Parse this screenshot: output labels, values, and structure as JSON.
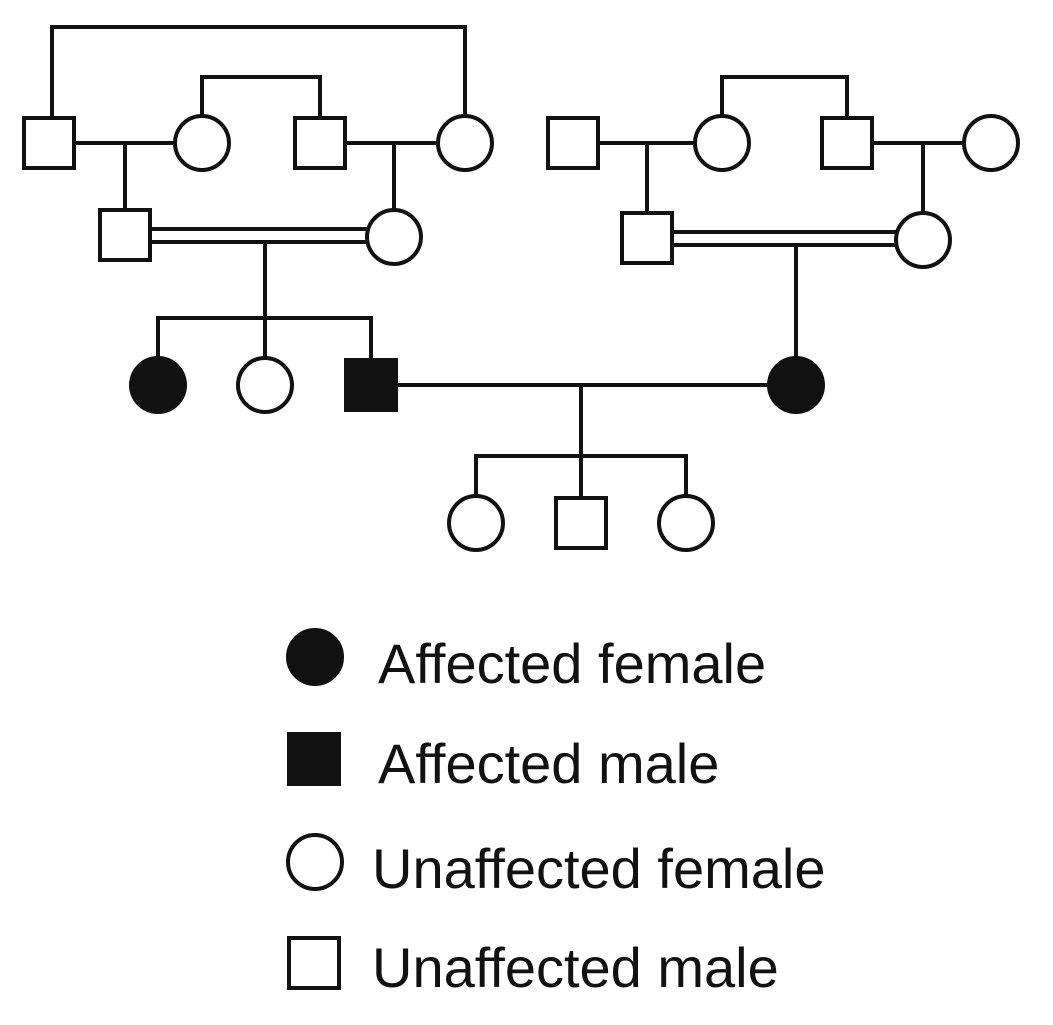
{
  "colors": {
    "line": "#111111",
    "affected_fill": "#111111",
    "unaffected_fill": "#ffffff"
  },
  "pedigree": {
    "individuals": [
      {
        "id": "gen1-left-male-1",
        "sex": "male",
        "affected": false
      },
      {
        "id": "gen1-left-female-1",
        "sex": "female",
        "affected": false
      },
      {
        "id": "gen1-left-male-2",
        "sex": "male",
        "affected": false
      },
      {
        "id": "gen1-left-female-2",
        "sex": "female",
        "affected": false
      },
      {
        "id": "gen1-right-male-1",
        "sex": "male",
        "affected": false
      },
      {
        "id": "gen1-right-female-1",
        "sex": "female",
        "affected": false
      },
      {
        "id": "gen1-right-male-2",
        "sex": "male",
        "affected": false
      },
      {
        "id": "gen1-right-female-2",
        "sex": "female",
        "affected": false
      },
      {
        "id": "gen2-left-male",
        "sex": "male",
        "affected": false
      },
      {
        "id": "gen2-left-female",
        "sex": "female",
        "affected": false
      },
      {
        "id": "gen2-right-male",
        "sex": "male",
        "affected": false
      },
      {
        "id": "gen2-right-female",
        "sex": "female",
        "affected": false
      },
      {
        "id": "gen3-daughter-1",
        "sex": "female",
        "affected": true
      },
      {
        "id": "gen3-daughter-2",
        "sex": "female",
        "affected": false
      },
      {
        "id": "gen3-son",
        "sex": "male",
        "affected": true
      },
      {
        "id": "gen3-spouse-female",
        "sex": "female",
        "affected": true
      },
      {
        "id": "gen4-child-1",
        "sex": "female",
        "affected": false
      },
      {
        "id": "gen4-child-2",
        "sex": "male",
        "affected": false
      },
      {
        "id": "gen4-child-3",
        "sex": "female",
        "affected": false
      }
    ],
    "consanguineous_unions": 2
  },
  "legend": {
    "items": [
      {
        "label": "Affected female",
        "sex": "female",
        "affected": true
      },
      {
        "label": "Affected male",
        "sex": "male",
        "affected": true
      },
      {
        "label": "Unaffected female",
        "sex": "female",
        "affected": false
      },
      {
        "label": "Unaffected male",
        "sex": "male",
        "affected": false
      }
    ]
  }
}
